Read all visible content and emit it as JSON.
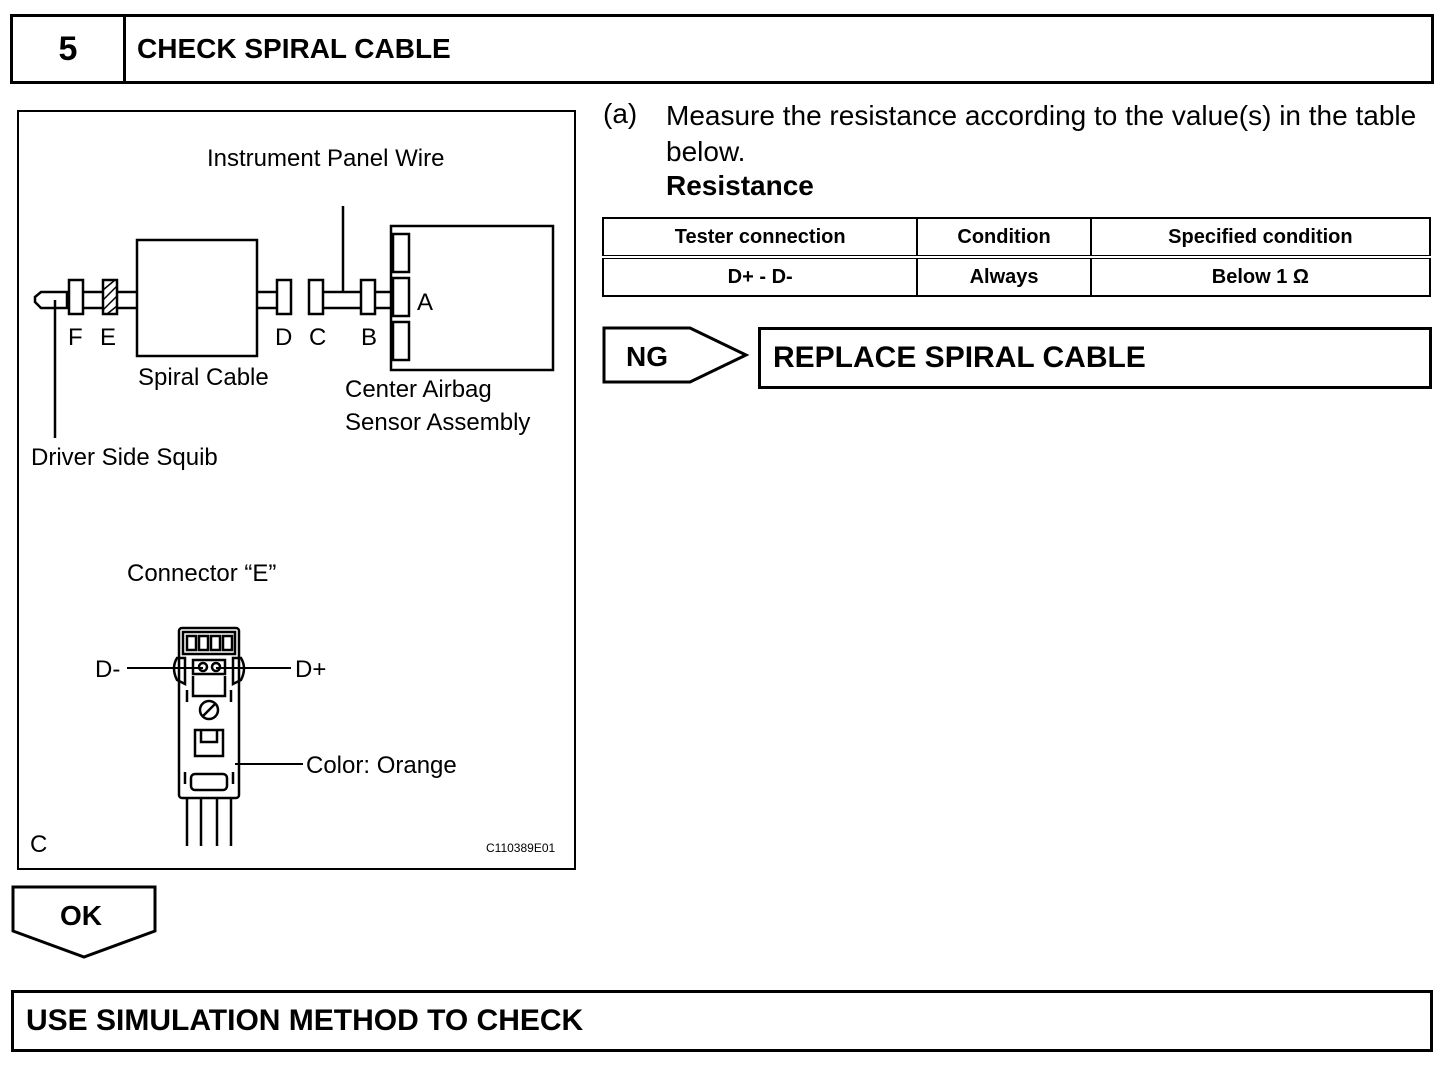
{
  "step": {
    "number": "5",
    "title": "CHECK SPIRAL CABLE"
  },
  "figure": {
    "instrument_panel_wire": "Instrument Panel Wire",
    "labels": {
      "a": "A",
      "b": "B",
      "c": "C",
      "d": "D",
      "e": "E",
      "f": "F"
    },
    "spiral_cable": "Spiral Cable",
    "center_airbag_line1": "Center Airbag",
    "center_airbag_line2": "Sensor Assembly",
    "driver_side_squib": "Driver Side Squib",
    "connector_title": "Connector “E”",
    "d_minus": "D-",
    "d_plus": "D+",
    "color_label": "Color: Orange",
    "corner_letter": "C",
    "figure_code": "C110389E01"
  },
  "instruction": {
    "label": "(a)",
    "text": "Measure the resistance according to the value(s) in the table below.",
    "heading": "Resistance"
  },
  "table": {
    "headers": [
      "Tester connection",
      "Condition",
      "Specified condition"
    ],
    "rows": [
      [
        "D+ - D-",
        "Always",
        "Below 1 Ω"
      ]
    ]
  },
  "ng": {
    "label": "NG",
    "action": "REPLACE SPIRAL CABLE"
  },
  "ok": {
    "label": "OK",
    "action": "USE SIMULATION METHOD TO CHECK"
  }
}
